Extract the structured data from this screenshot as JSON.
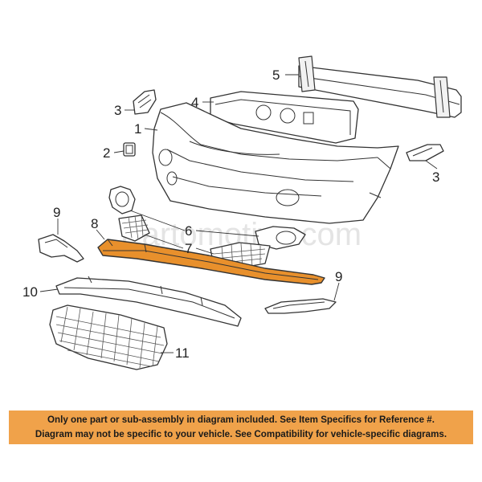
{
  "callouts": {
    "n1": "1",
    "n2": "2",
    "n3a": "3",
    "n3b": "3",
    "n4": "4",
    "n5": "5",
    "n6": "6",
    "n7": "7",
    "n8": "8",
    "n9a": "9",
    "n9b": "9",
    "n10": "10",
    "n11": "11"
  },
  "watermark": "Partomotive.com",
  "highlight_color": "#e8902c",
  "banner_color": "#f0a24a",
  "disclaimer": {
    "line1": "Only one part or sub-assembly in diagram included. See Item Specifics for Reference #.",
    "line2": "Diagram may not be specific to your vehicle. See Compatibility for vehicle-specific diagrams."
  }
}
